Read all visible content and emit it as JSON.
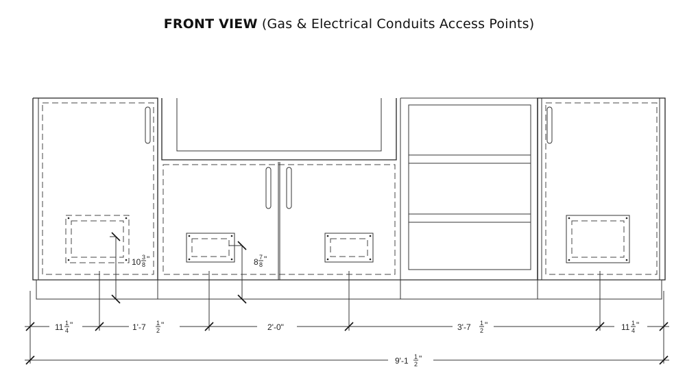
{
  "title": {
    "main": "FRONT VIEW",
    "sub": "(Gas & Electrical Conduits Access Points)"
  },
  "dimensions": {
    "horizontal": [
      {
        "whole": "11",
        "num": "1",
        "den": "4",
        "suffix": "\""
      },
      {
        "whole": "1'-7",
        "num": "1",
        "den": "2",
        "suffix": "\""
      },
      {
        "whole": "2'-0\"",
        "num": "",
        "den": "",
        "suffix": ""
      },
      {
        "whole": "3'-7",
        "num": "1",
        "den": "2",
        "suffix": "\""
      },
      {
        "whole": "11",
        "num": "1",
        "den": "4",
        "suffix": "\""
      }
    ],
    "overall": {
      "whole": "9'-1",
      "num": "1",
      "den": "2",
      "suffix": "\""
    },
    "vertical": [
      {
        "whole": "10",
        "num": "3",
        "den": "8",
        "suffix": "\""
      },
      {
        "whole": "8",
        "num": "7",
        "den": "8",
        "suffix": "\""
      }
    ]
  }
}
